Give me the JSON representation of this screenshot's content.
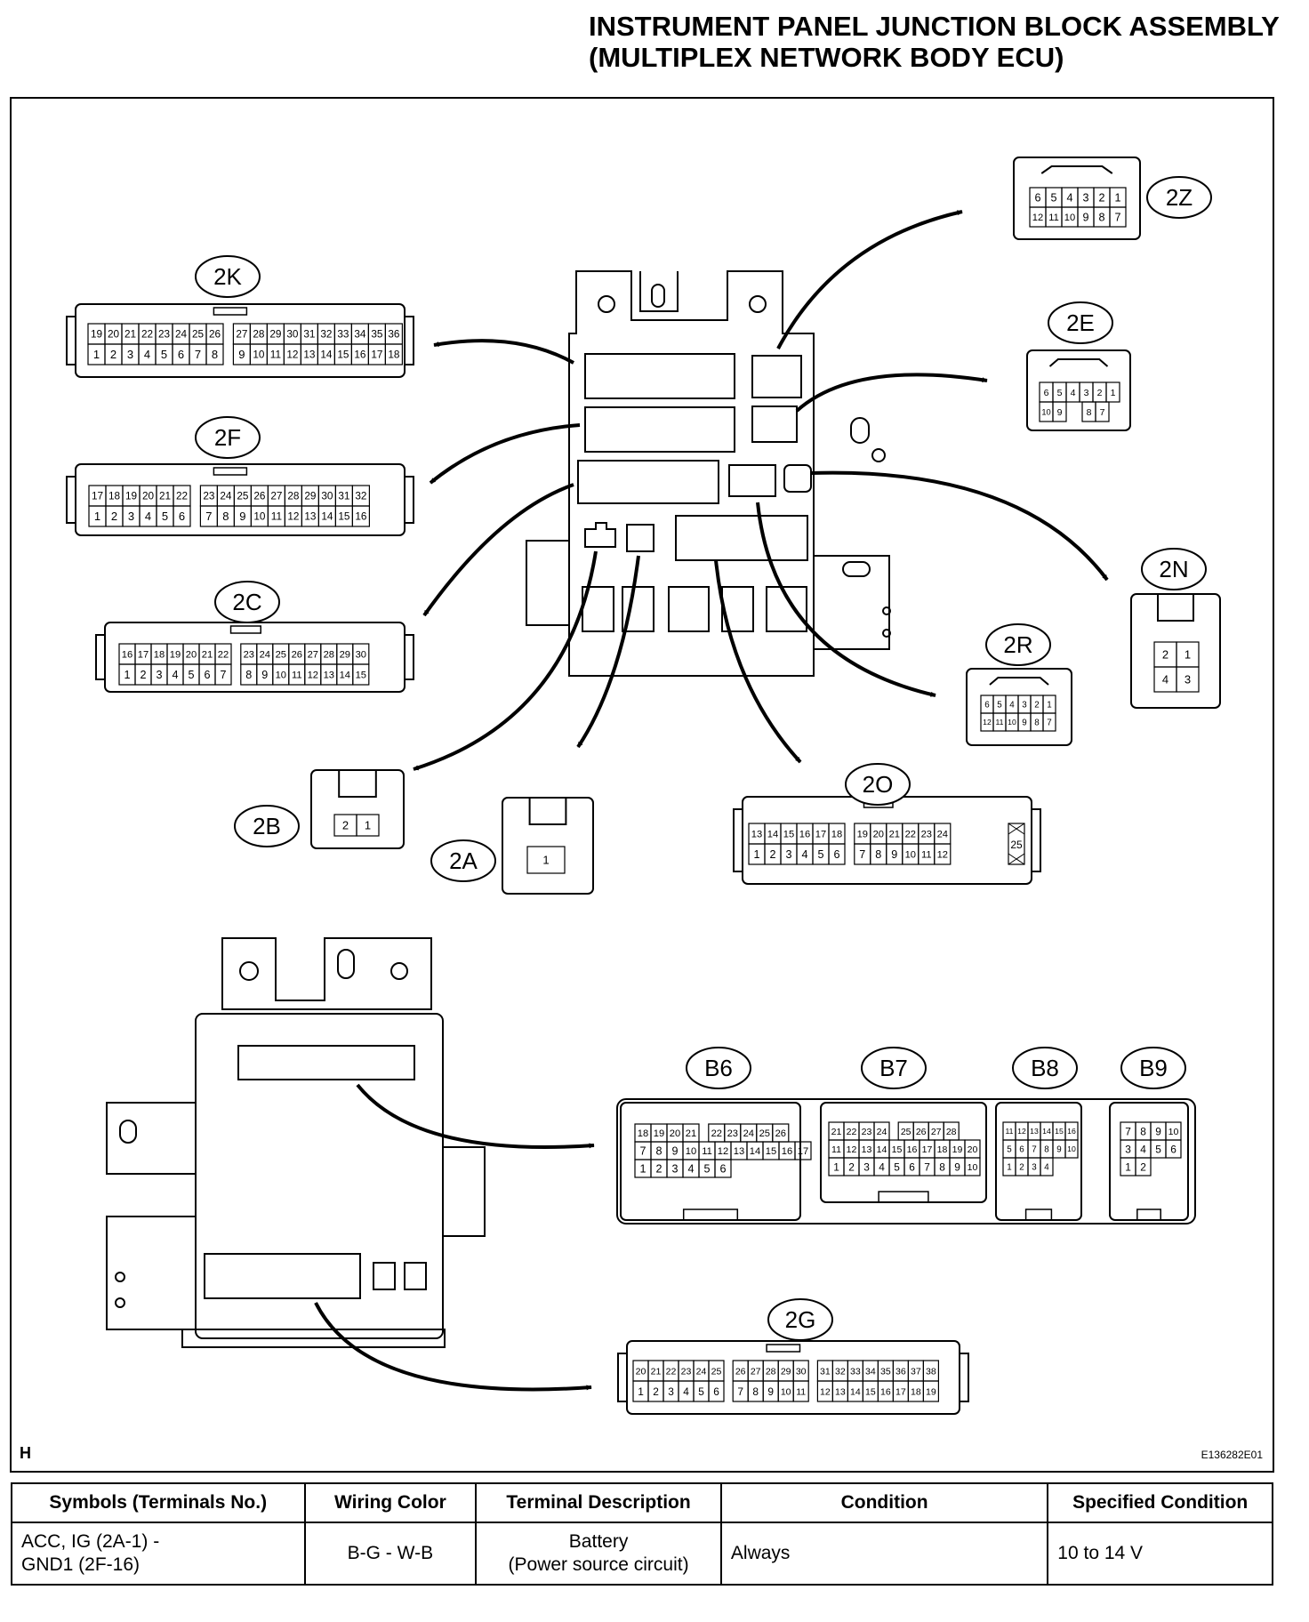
{
  "title": {
    "line1": "INSTRUMENT PANEL JUNCTION BLOCK ASSEMBLY",
    "line2": "(MULTIPLEX NETWORK BODY ECU)"
  },
  "figure": {
    "corner_letter": "H",
    "figure_id": "E136282E01",
    "connectors": [
      {
        "id": "2Z",
        "label": "2Z",
        "rows": [
          [
            "6",
            "5",
            "4",
            "3",
            "2",
            "1"
          ],
          [
            "12",
            "11",
            "10",
            "9",
            "8",
            "7"
          ]
        ]
      },
      {
        "id": "2K",
        "label": "2K",
        "rows": [
          [
            "19",
            "20",
            "21",
            "22",
            "23",
            "24",
            "25",
            "26",
            "",
            "27",
            "28",
            "29",
            "30",
            "31",
            "32",
            "33",
            "34",
            "35",
            "36"
          ],
          [
            "1",
            "2",
            "3",
            "4",
            "5",
            "6",
            "7",
            "8",
            "",
            "9",
            "10",
            "11",
            "12",
            "13",
            "14",
            "15",
            "16",
            "17",
            "18"
          ]
        ]
      },
      {
        "id": "2E",
        "label": "2E",
        "rows": [
          [
            "6",
            "5",
            "4",
            "3",
            "2",
            "1"
          ],
          [
            "10",
            "9",
            "",
            "",
            "8",
            "7"
          ]
        ]
      },
      {
        "id": "2F",
        "label": "2F",
        "rows": [
          [
            "17",
            "18",
            "19",
            "20",
            "21",
            "22",
            "",
            "23",
            "24",
            "25",
            "26",
            "27",
            "28",
            "29",
            "30",
            "31",
            "32"
          ],
          [
            "1",
            "2",
            "3",
            "4",
            "5",
            "6",
            "",
            "7",
            "8",
            "9",
            "10",
            "11",
            "12",
            "13",
            "14",
            "15",
            "16"
          ]
        ]
      },
      {
        "id": "2C",
        "label": "2C",
        "rows": [
          [
            "16",
            "17",
            "18",
            "19",
            "20",
            "21",
            "22",
            "",
            "23",
            "24",
            "25",
            "26",
            "27",
            "28",
            "29",
            "30"
          ],
          [
            "1",
            "2",
            "3",
            "4",
            "5",
            "6",
            "7",
            "",
            "8",
            "9",
            "10",
            "11",
            "12",
            "13",
            "14",
            "15"
          ]
        ]
      },
      {
        "id": "2N",
        "label": "2N",
        "rows": [
          [
            "2",
            "1"
          ],
          [
            "4",
            "3"
          ]
        ]
      },
      {
        "id": "2R",
        "label": "2R",
        "rows": [
          [
            "6",
            "5",
            "4",
            "3",
            "2",
            "1"
          ],
          [
            "12",
            "11",
            "10",
            "9",
            "8",
            "7"
          ]
        ]
      },
      {
        "id": "2B",
        "label": "2B",
        "rows": [
          [
            "2",
            "1"
          ]
        ]
      },
      {
        "id": "2A",
        "label": "2A",
        "rows": [
          [
            "1"
          ]
        ]
      },
      {
        "id": "2O",
        "label": "2O",
        "rows": [
          [
            "13",
            "14",
            "15",
            "16",
            "17",
            "18",
            "",
            "19",
            "20",
            "21",
            "22",
            "23",
            "24"
          ],
          [
            "1",
            "2",
            "3",
            "4",
            "5",
            "6",
            "",
            "7",
            "8",
            "9",
            "10",
            "11",
            "12"
          ]
        ],
        "side_pin": "25"
      },
      {
        "id": "B6",
        "label": "B6",
        "rows": [
          [
            "18",
            "19",
            "20",
            "21",
            "",
            "22",
            "23",
            "24",
            "25",
            "26"
          ],
          [
            "7",
            "8",
            "9",
            "10",
            "11",
            "12",
            "13",
            "14",
            "15",
            "16",
            "17"
          ],
          [
            "1",
            "2",
            "3",
            "4",
            "5",
            "6"
          ]
        ]
      },
      {
        "id": "B7",
        "label": "B7",
        "rows": [
          [
            "21",
            "22",
            "23",
            "24",
            "",
            "25",
            "26",
            "27",
            "28"
          ],
          [
            "11",
            "12",
            "13",
            "14",
            "15",
            "16",
            "17",
            "18",
            "19",
            "20"
          ],
          [
            "1",
            "2",
            "3",
            "4",
            "5",
            "6",
            "7",
            "8",
            "9",
            "10"
          ]
        ]
      },
      {
        "id": "B8",
        "label": "B8",
        "rows": [
          [
            "11",
            "12",
            "13",
            "14",
            "15",
            "16"
          ],
          [
            "5",
            "6",
            "7",
            "8",
            "9",
            "10"
          ],
          [
            "1",
            "2",
            "3",
            "4"
          ]
        ]
      },
      {
        "id": "B9",
        "label": "B9",
        "rows": [
          [
            "7",
            "8",
            "9",
            "10"
          ],
          [
            "3",
            "4",
            "5",
            "6"
          ],
          [
            "1",
            "2"
          ]
        ]
      },
      {
        "id": "2G",
        "label": "2G",
        "rows": [
          [
            "20",
            "21",
            "22",
            "23",
            "24",
            "25",
            "",
            "26",
            "27",
            "28",
            "29",
            "30",
            "",
            "31",
            "32",
            "33",
            "34",
            "35",
            "36",
            "37",
            "38"
          ],
          [
            "1",
            "2",
            "3",
            "4",
            "5",
            "6",
            "",
            "7",
            "8",
            "9",
            "10",
            "11",
            "",
            "12",
            "13",
            "14",
            "15",
            "16",
            "17",
            "18",
            "19"
          ]
        ]
      }
    ]
  },
  "table": {
    "headers": [
      "Symbols (Terminals No.)",
      "Wiring Color",
      "Terminal Description",
      "Condition",
      "Specified Condition"
    ],
    "rows": [
      {
        "symbols_line1": "ACC, IG (2A-1) -",
        "symbols_line2": "GND1 (2F-16)",
        "wiring_color": "B-G - W-B",
        "description_line1": "Battery",
        "description_line2": "(Power source circuit)",
        "condition": "Always",
        "specified": "10 to 14 V"
      }
    ]
  }
}
